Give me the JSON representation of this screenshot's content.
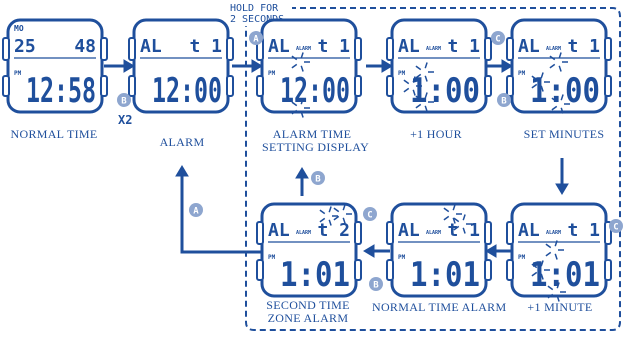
{
  "colors": {
    "accent": "#1f4f9c",
    "badge": "#8ea6cf"
  },
  "hold_label": "HOLD FOR\n2 SECONDS",
  "screens": [
    {
      "id": "normal-time",
      "caption": "NORMAL TIME",
      "day": "MO",
      "top_left": "25",
      "top_right": "48",
      "pm": "PM",
      "main": "12:58"
    },
    {
      "id": "alarm",
      "caption": "ALARM",
      "top_left": "AL",
      "top_right": "t 1",
      "main": "12:00"
    },
    {
      "id": "alarm-time-setting",
      "caption": "ALARM TIME\nSETTING DISPLAY",
      "top_left": "AL",
      "alarm": "ALARM",
      "top_right": "t 1",
      "pm": "PM",
      "main": "12:00"
    },
    {
      "id": "plus-hour",
      "caption": "+1 HOUR",
      "top_left": "AL",
      "alarm": "ALARM",
      "top_right": "t 1",
      "pm": "PM",
      "main": "1:00"
    },
    {
      "id": "set-minutes",
      "caption": "SET MINUTES",
      "top_left": "AL",
      "alarm": "ALARM",
      "top_right": "t 1",
      "pm": "PM",
      "main": "1:00"
    },
    {
      "id": "plus-minute",
      "caption": "+1 MINUTE",
      "top_left": "AL",
      "alarm": "ALARM",
      "top_right": "t 1",
      "pm": "PM",
      "main": "1:01"
    },
    {
      "id": "normal-time-alarm",
      "caption": "NORMAL TIME ALARM",
      "top_left": "AL",
      "alarm": "ALARM",
      "top_right": "t 1",
      "pm": "PM",
      "main": "1:01"
    },
    {
      "id": "second-zone-alarm",
      "caption": "SECOND TIME\nZONE ALARM",
      "top_left": "AL",
      "alarm": "ALARM",
      "top_right": "t 2",
      "pm": "PM",
      "main": "1:01"
    }
  ],
  "badges": {
    "a": "A",
    "b": "B",
    "c": "C",
    "x2": "X2"
  }
}
